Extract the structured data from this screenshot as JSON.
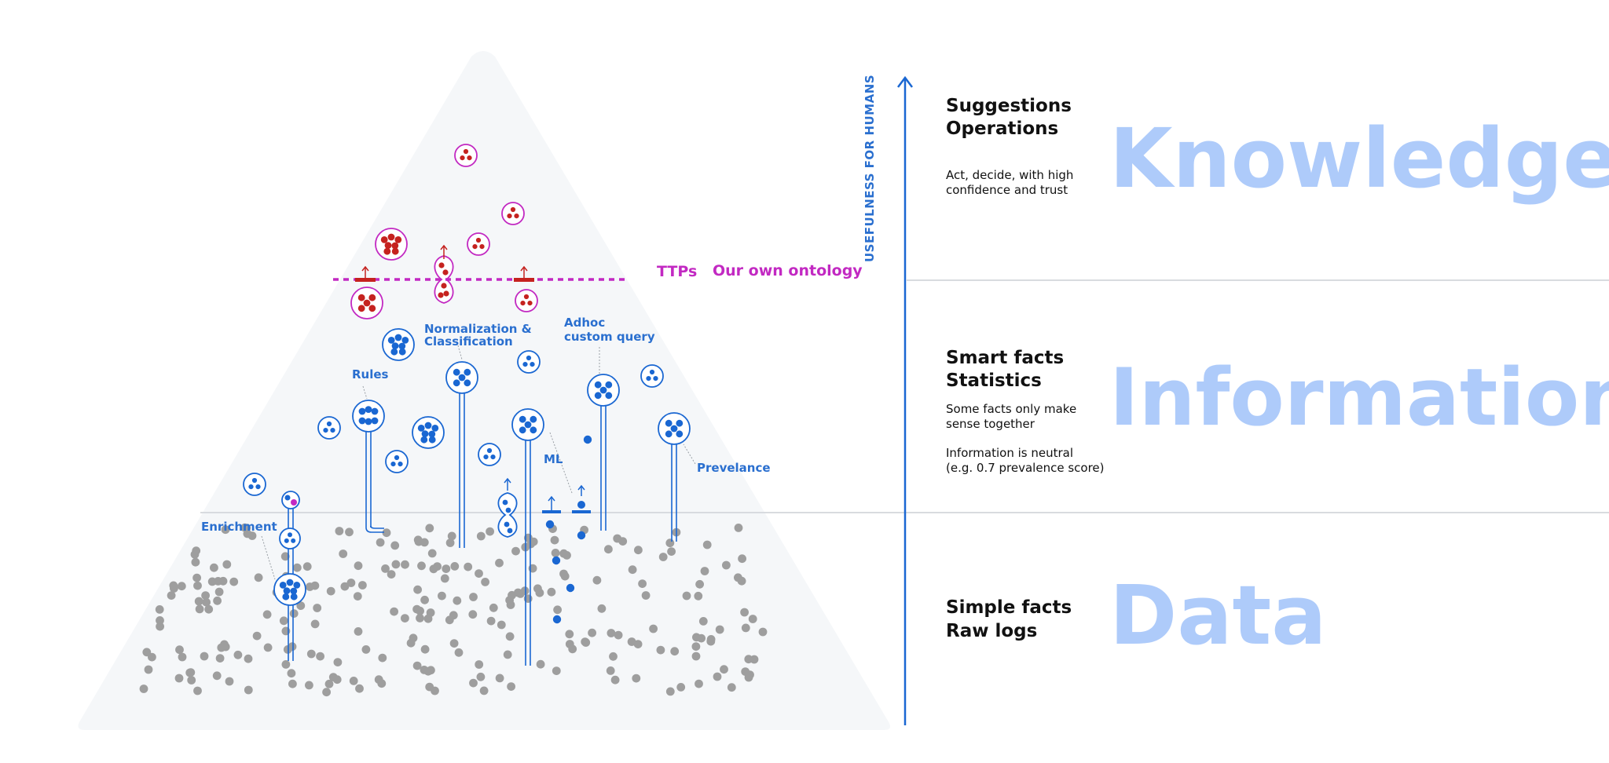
{
  "diagram": {
    "colors": {
      "blue": "#1a67d2",
      "red": "#c5221f",
      "magenta": "#c229c2",
      "grey": "#9e9e9e",
      "band_word": "#aecbfa",
      "pyramid_fill": "#f5f7f9",
      "divider": "#d8dbdf"
    },
    "labels": {
      "enrichment": "Enrichment",
      "rules": "Rules",
      "normalization_line1": "Normalization &",
      "normalization_line2": "Classification",
      "adhoc_line1": "Adhoc",
      "adhoc_line2": "custom query",
      "ml": "ML",
      "prevalence": "Prevelance",
      "ttps": "TTPs",
      "ontology": "Our own ontology"
    },
    "axis_label": "USEFULNESS FOR HUMANS",
    "bands": [
      {
        "word": "Knowledge",
        "heading_line1": "Suggestions",
        "heading_line2": "Operations",
        "desc_line1": "Act, decide, with high",
        "desc_line2": "confidence and trust"
      },
      {
        "word": "Information",
        "heading_line1": "Smart facts",
        "heading_line2": "Statistics",
        "desc_line1": "Some facts only make",
        "desc_line2": "sense together",
        "desc_line3": "Information is neutral",
        "desc_line4": "(e.g. 0.7 prevalence score)"
      },
      {
        "word": "Data",
        "heading_line1": "Simple facts",
        "heading_line2": "Raw logs"
      }
    ]
  }
}
